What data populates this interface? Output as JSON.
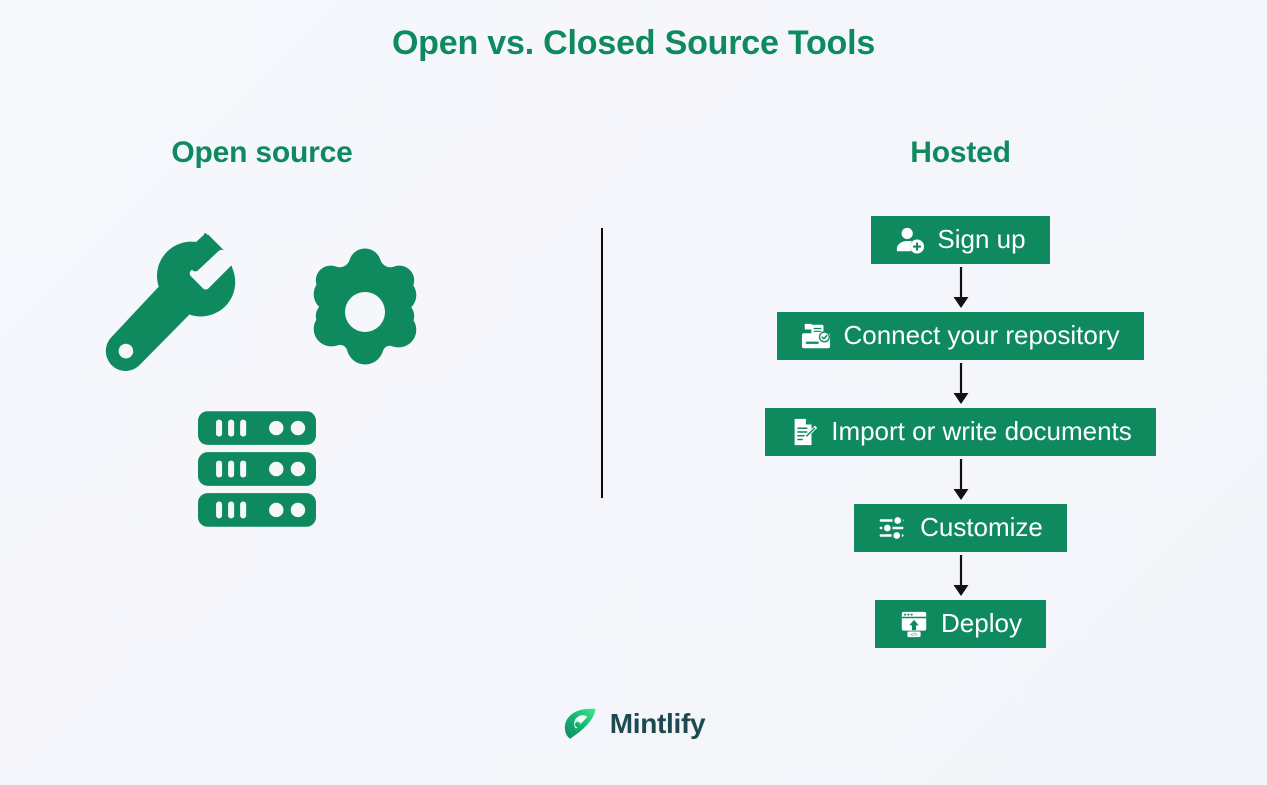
{
  "title": "Open vs. Closed Source Tools",
  "colors": {
    "brand_green": "#0e8a5e",
    "heading_green": "#0e8a5e",
    "background": "#f6f7fb",
    "divider": "#0a0a0a",
    "arrow": "#111111",
    "logo_wordmark": "#1d4a52",
    "box_text": "#ffffff"
  },
  "columns": {
    "left": {
      "heading": "Open source",
      "icons": [
        {
          "name": "wrench-icon",
          "label": "wrench"
        },
        {
          "name": "gear-icon",
          "label": "gear"
        },
        {
          "name": "server-stack-icon",
          "label": "server stack"
        }
      ]
    },
    "right": {
      "heading": "Hosted",
      "steps": [
        {
          "label": "Sign up",
          "icon": "user-add-icon"
        },
        {
          "label": "Connect your repository",
          "icon": "repository-folder-icon"
        },
        {
          "label": "Import or write documents",
          "icon": "document-edit-icon"
        },
        {
          "label": "Customize",
          "icon": "sliders-icon"
        },
        {
          "label": "Deploy",
          "icon": "browser-upload-icon"
        }
      ],
      "connector": "arrow-down-icon"
    }
  },
  "footer": {
    "brand": "Mintlify",
    "logo_icon": "mintlify-leaf-icon"
  }
}
